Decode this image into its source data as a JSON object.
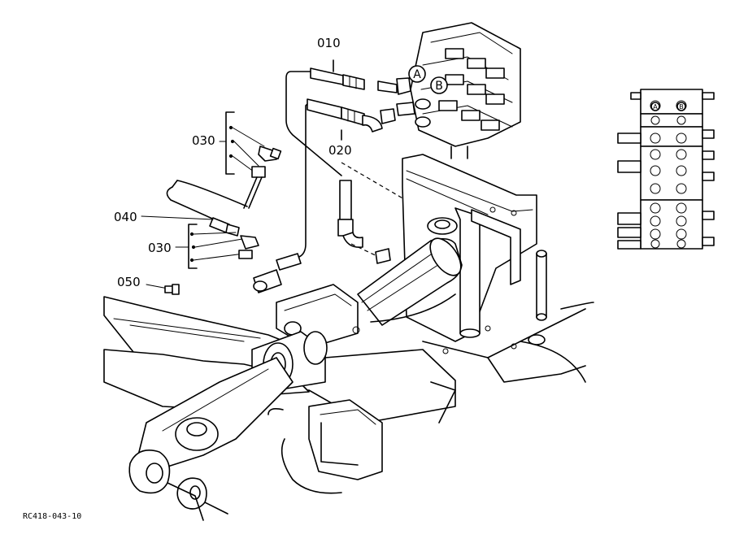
{
  "callouts": {
    "p010": "010",
    "p020": "020",
    "p030_upper": "030",
    "p030_lower": "030",
    "p040": "040",
    "p050": "050"
  },
  "ports": {
    "a": "A",
    "b": "B"
  },
  "drawing_code": "RC418-043-10"
}
